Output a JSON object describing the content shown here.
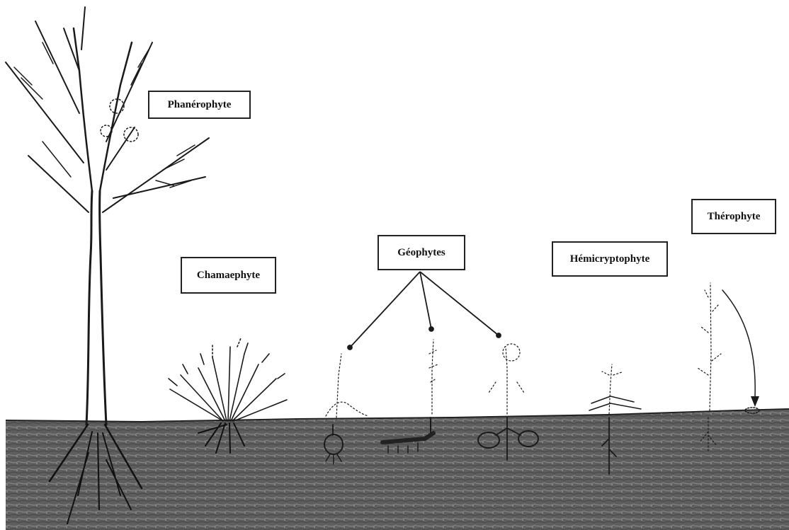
{
  "labels": {
    "phanerophyte": "Phanérophyte",
    "chamaephyte": "Chamaephyte",
    "geophytes": "Géophytes",
    "hemicryptophyte": "Hémicryptophyte",
    "therophyte": "Thérophyte"
  },
  "colors": {
    "soil": "#5a5a5a",
    "soil_texture": "#8a8a8a",
    "ink": "#1a1a1a",
    "background": "#ffffff"
  }
}
